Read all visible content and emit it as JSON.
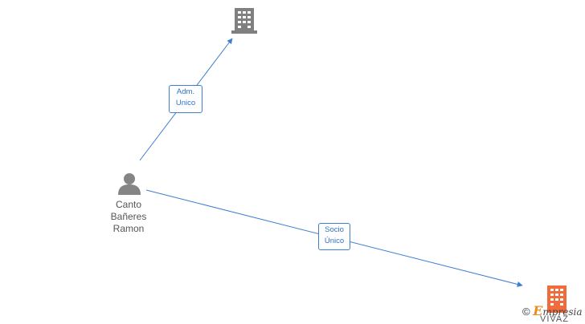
{
  "person": {
    "name_lines": [
      "Canto",
      "Bañeres",
      "Ramon"
    ],
    "icon": "person-icon",
    "color": "#858585"
  },
  "companies": [
    {
      "icon": "building-icon",
      "color": "#808080",
      "label": ""
    },
    {
      "icon": "building-icon",
      "color": "#f26b3a",
      "label": "VIVAZ"
    }
  ],
  "edges": [
    {
      "label_lines": [
        "Adm.",
        "Unico"
      ]
    },
    {
      "label_lines": [
        "Socio",
        "Único"
      ]
    }
  ],
  "colors": {
    "edge": "#3c7fd0"
  },
  "watermark": {
    "copyright": "©",
    "brand_initial": "E",
    "brand_rest": "mpresia"
  }
}
